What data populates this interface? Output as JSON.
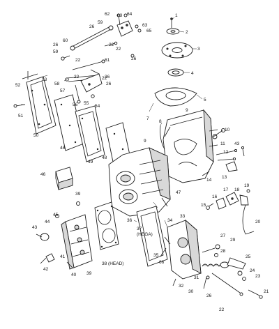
{
  "callouts": [
    {
      "id": "c1",
      "text": "1"
    },
    {
      "id": "c2",
      "text": "2"
    },
    {
      "id": "c3",
      "text": "3"
    },
    {
      "id": "c4",
      "text": "4"
    },
    {
      "id": "c5",
      "text": "5"
    },
    {
      "id": "c7",
      "text": "7"
    },
    {
      "id": "c8",
      "text": "8"
    },
    {
      "id": "c9a",
      "text": "9"
    },
    {
      "id": "c9b",
      "text": "9"
    },
    {
      "id": "c10",
      "text": "10"
    },
    {
      "id": "c11",
      "text": "11"
    },
    {
      "id": "c12",
      "text": "12"
    },
    {
      "id": "c13",
      "text": "13"
    },
    {
      "id": "c14",
      "text": "14"
    },
    {
      "id": "c15",
      "text": "15"
    },
    {
      "id": "c16",
      "text": "16"
    },
    {
      "id": "c17",
      "text": "17"
    },
    {
      "id": "c18",
      "text": "18"
    },
    {
      "id": "c19",
      "text": "19"
    },
    {
      "id": "c20",
      "text": "20"
    },
    {
      "id": "c21",
      "text": "21"
    },
    {
      "id": "c22a",
      "text": "22"
    },
    {
      "id": "c22b",
      "text": "22"
    },
    {
      "id": "c22c",
      "text": "22"
    },
    {
      "id": "c22d",
      "text": "22"
    },
    {
      "id": "c22e",
      "text": "22"
    },
    {
      "id": "c22f",
      "text": "22"
    },
    {
      "id": "c23",
      "text": "23"
    },
    {
      "id": "c24",
      "text": "24"
    },
    {
      "id": "c25",
      "text": "25"
    },
    {
      "id": "c26a",
      "text": "26"
    },
    {
      "id": "c26b",
      "text": "26"
    },
    {
      "id": "c26c",
      "text": "26"
    },
    {
      "id": "c26d",
      "text": "26"
    },
    {
      "id": "c26e",
      "text": "26"
    },
    {
      "id": "c26f",
      "text": "26"
    },
    {
      "id": "c27",
      "text": "27"
    },
    {
      "id": "c28",
      "text": "28"
    },
    {
      "id": "c29",
      "text": "29"
    },
    {
      "id": "c30",
      "text": "30"
    },
    {
      "id": "c31",
      "text": "31"
    },
    {
      "id": "c32",
      "text": "32"
    },
    {
      "id": "c33",
      "text": "33"
    },
    {
      "id": "c34",
      "text": "34"
    },
    {
      "id": "c35",
      "text": "35"
    },
    {
      "id": "c36",
      "text": "36"
    },
    {
      "id": "c37",
      "text": "37"
    },
    {
      "id": "c37s",
      "text": "(HEGA)"
    },
    {
      "id": "c38",
      "text": "38 (HEAD)"
    },
    {
      "id": "c39a",
      "text": "39"
    },
    {
      "id": "c39b",
      "text": "39"
    },
    {
      "id": "c40",
      "text": "40"
    },
    {
      "id": "c41",
      "text": "41"
    },
    {
      "id": "c42",
      "text": "42"
    },
    {
      "id": "c43a",
      "text": "43"
    },
    {
      "id": "c43b",
      "text": "43"
    },
    {
      "id": "c44",
      "text": "44"
    },
    {
      "id": "c45",
      "text": "45"
    },
    {
      "id": "c46",
      "text": "46"
    },
    {
      "id": "c47",
      "text": "47"
    },
    {
      "id": "c48a",
      "text": "48"
    },
    {
      "id": "c48b",
      "text": "48"
    },
    {
      "id": "c49",
      "text": "49"
    },
    {
      "id": "c50",
      "text": "50"
    },
    {
      "id": "c51",
      "text": "51"
    },
    {
      "id": "c52",
      "text": "52"
    },
    {
      "id": "c53",
      "text": "53"
    },
    {
      "id": "c54",
      "text": "54"
    },
    {
      "id": "c55",
      "text": "55"
    },
    {
      "id": "c56",
      "text": "56"
    },
    {
      "id": "c57",
      "text": "57"
    },
    {
      "id": "c58",
      "text": "58"
    },
    {
      "id": "c59a",
      "text": "59"
    },
    {
      "id": "c59b",
      "text": "59"
    },
    {
      "id": "c60",
      "text": "60"
    },
    {
      "id": "c61",
      "text": "61"
    },
    {
      "id": "c62",
      "text": "62"
    },
    {
      "id": "c63a",
      "text": "63"
    },
    {
      "id": "c63b",
      "text": "63"
    },
    {
      "id": "c64",
      "text": "64"
    },
    {
      "id": "c65",
      "text": "65"
    },
    {
      "id": "c66",
      "text": "66"
    }
  ]
}
